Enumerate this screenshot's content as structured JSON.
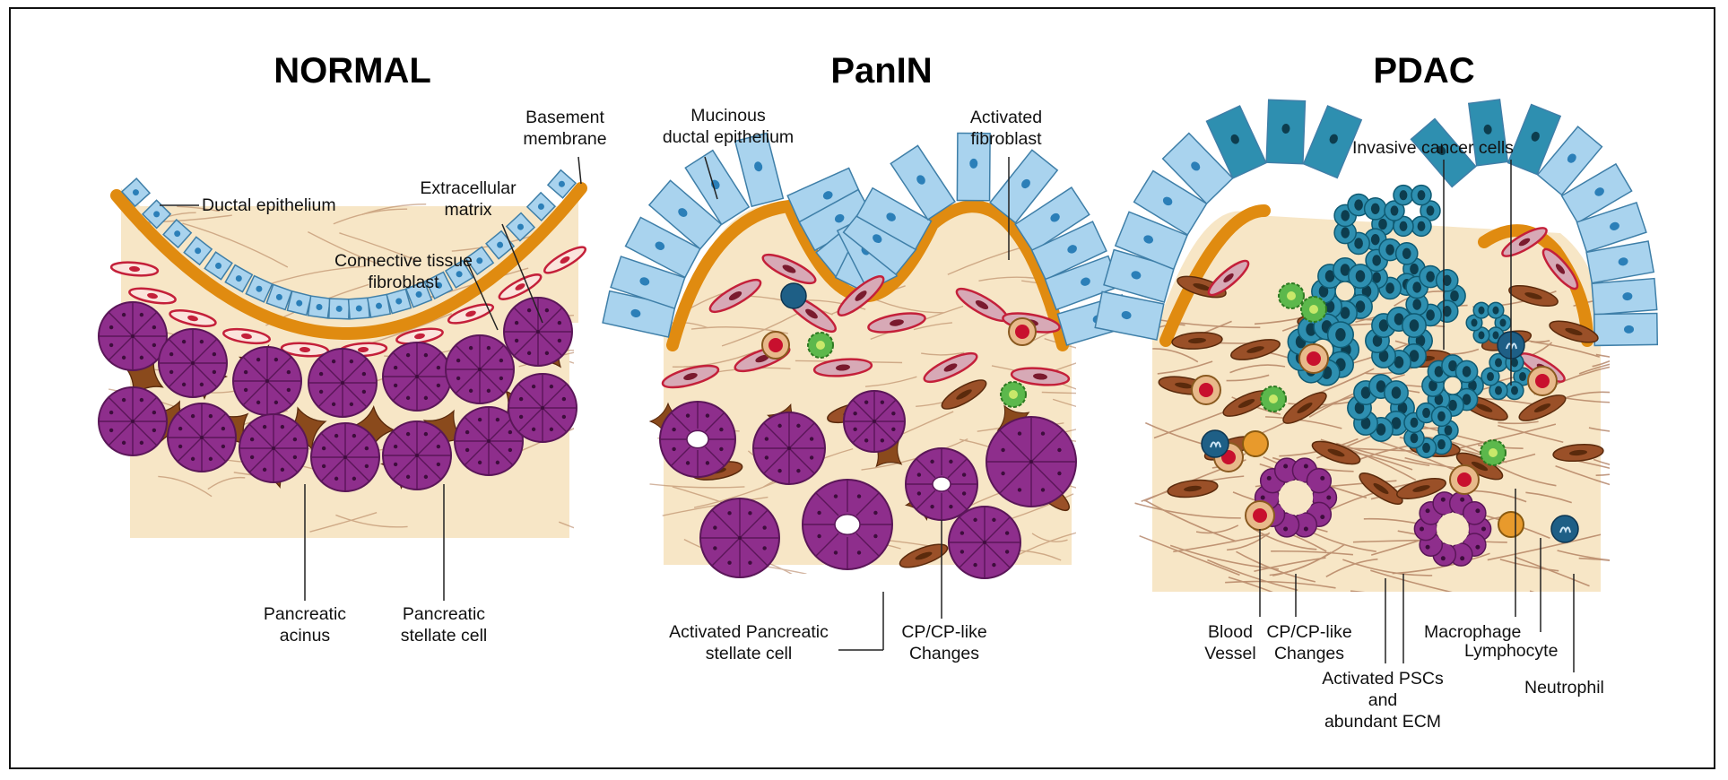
{
  "panels": {
    "normal": {
      "title": "NORMAL",
      "labels": {
        "ductal_epithelium": "Ductal epithelium",
        "basement_membrane": "Basement\nmembrane",
        "extracellular_matrix": "Extracellular\nmatrix",
        "connective_tissue_fibroblast": "Connective tissue\nfibroblast",
        "pancreatic_acinus": "Pancreatic\nacinus",
        "pancreatic_stellate_cell": "Pancreatic\nstellate cell"
      }
    },
    "panin": {
      "title": "PanIN",
      "labels": {
        "mucinous_ductal_epithelium": "Mucinous\nductal epithelium",
        "activated_fibroblast": "Activated\nfibroblast",
        "activated_pancreatic_stellate_cell": "Activated Pancreatic\nstellate cell",
        "cp_changes": "CP/CP-like\nChanges"
      }
    },
    "pdac": {
      "title": "PDAC",
      "labels": {
        "invasive_cancer_cells": "Invasive cancer cells",
        "blood_vessel": "Blood\nVessel",
        "cp_changes": "CP/CP-like\nChanges",
        "activated_pscs": "Activated PSCs\nand\nabundant ECM",
        "macrophage": "Macrophage",
        "lymphocyte": "Lymphocyte",
        "neutrophil": "Neutrophil"
      }
    }
  },
  "colors": {
    "stroma": "#f7e6c6",
    "epithelium": "#a9d3ee",
    "epithelium_stroke": "#3f7fa8",
    "nucleus": "#2b7fb8",
    "basement_membrane": "#e08b10",
    "fibroblast": "#c4203a",
    "acinus": "#8e2e8c",
    "stellate": "#8a4a1c",
    "cancer": "#2e8fb0",
    "cancer_nucleus": "#0d3d4e",
    "macrophage": "#5cb84c",
    "lymphocyte": "#e89a2c",
    "neutrophil": "#1e5f86",
    "blood": "#c8102e"
  }
}
